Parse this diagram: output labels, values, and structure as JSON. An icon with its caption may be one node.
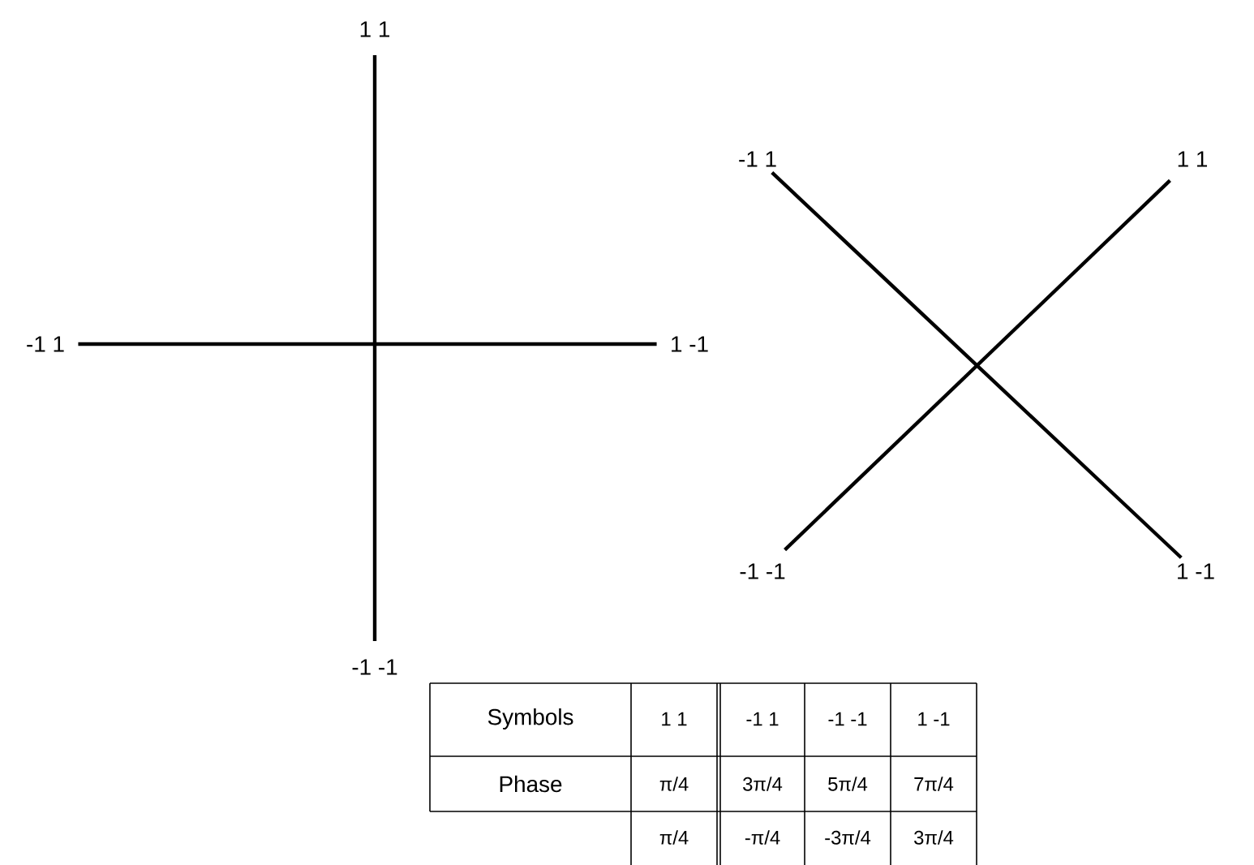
{
  "diagram": {
    "nodes": [
      {
        "text": [
          "1 1"
        ]
      },
      {
        "text": [
          "-1 1"
        ]
      },
      {
        "text": [
          "1 -1"
        ]
      },
      {
        "text": [
          "-1 -1"
        ]
      },
      {
        "text": [
          "-1 1"
        ]
      },
      {
        "text": [
          "1 1"
        ]
      },
      {
        "text": [
          "-1 -1"
        ]
      },
      {
        "text": [
          "1 -1"
        ]
      }
    ],
    "edges": [
      {
        "from": 0,
        "to": 3,
        "arrow": "none"
      },
      {
        "from": 1,
        "to": 2,
        "arrow": "none"
      },
      {
        "from": 4,
        "to": 7,
        "arrow": "none"
      },
      {
        "from": 5,
        "to": 6,
        "arrow": "none"
      }
    ],
    "labels": [
      "Symbols",
      "1 1",
      "-1 1",
      "-1 -1",
      "1 -1",
      "Phase",
      "π/4",
      "3π/4",
      "5π/4",
      "7π/4",
      "π/4",
      "-π/4",
      "-3π/4",
      "3π/4"
    ]
  }
}
